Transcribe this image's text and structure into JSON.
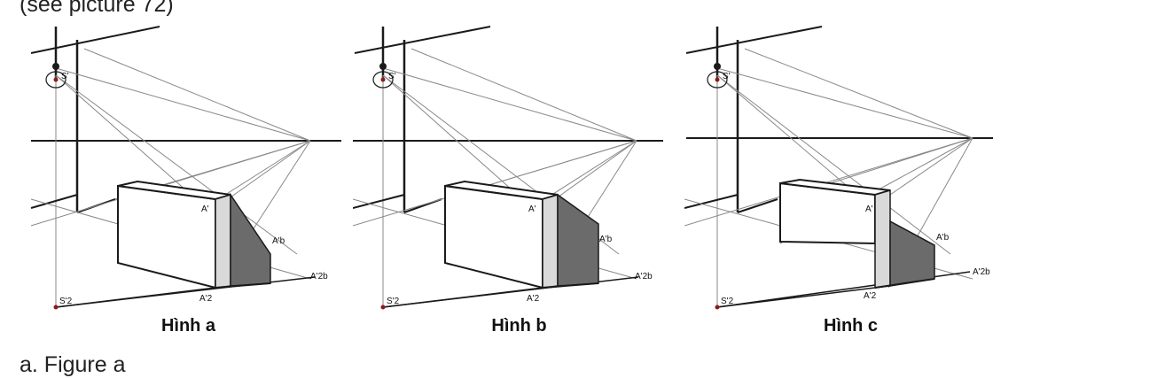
{
  "header_text": "(see picture 72)",
  "footer_text": "a. Figure a",
  "point_labels": {
    "s": "S'",
    "a": "A'",
    "ab": "A'b",
    "a2": "A'2",
    "a2b": "A'2b",
    "s2": "S'2"
  },
  "panels": [
    {
      "caption": "Hình a"
    },
    {
      "caption": "Hình b"
    },
    {
      "caption": "Hình c"
    }
  ],
  "colors": {
    "line": "#1a1a1a",
    "light_face": "#d9d9d9",
    "dark_face": "#6b6b6b",
    "point": "#8b1a1a"
  }
}
